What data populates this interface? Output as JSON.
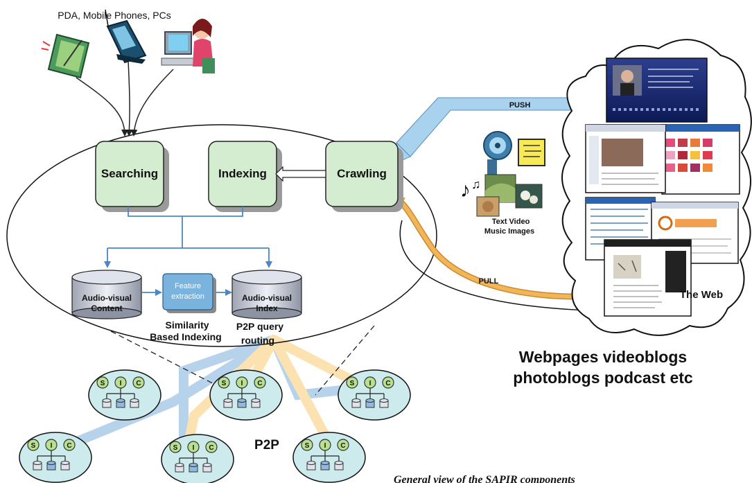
{
  "devices": {
    "label": "PDA, Mobile Phones, PCs",
    "icons": [
      "pda-icon",
      "mobile-phone-icon",
      "pc-user-icon"
    ]
  },
  "core": {
    "searching": "Searching",
    "indexing": "Indexing",
    "crawling": "Crawling",
    "av_content_line1": "Audio-visual",
    "av_content_line2": "Content",
    "feature_line1": "Feature",
    "feature_line2": "extraction",
    "av_index_line1": "Audio-visual",
    "av_index_line2": "Index",
    "similarity_line1": "Similarity",
    "similarity_line2": "Based Indexing",
    "routing_line1": "P2P query",
    "routing_line2": "routing"
  },
  "arrows": {
    "push": "PUSH",
    "pull": "PULL"
  },
  "media": {
    "line1": "Text Video",
    "line2": "Music Images",
    "icons": [
      "film-reel-icon",
      "note-icon",
      "music-icon",
      "photo-icon"
    ]
  },
  "web": {
    "label": "The Web",
    "desc_line1": "Webpages videoblogs",
    "desc_line2": "photoblogs podcast etc"
  },
  "p2p": {
    "label": "P2P",
    "node_letters": [
      "S",
      "I",
      "C"
    ]
  },
  "caption": "General view of the SAPIR components",
  "colors": {
    "module_fill": "#d4ecd0",
    "flow_blue": "#4a86c8",
    "push_blue": "#a9d2ef",
    "pull_orange": "#f2b55a",
    "p2p_node_fill": "#cdebec",
    "p2p_link_blue": "#b7d3ec",
    "p2p_link_yellow": "#fbe2b0"
  }
}
